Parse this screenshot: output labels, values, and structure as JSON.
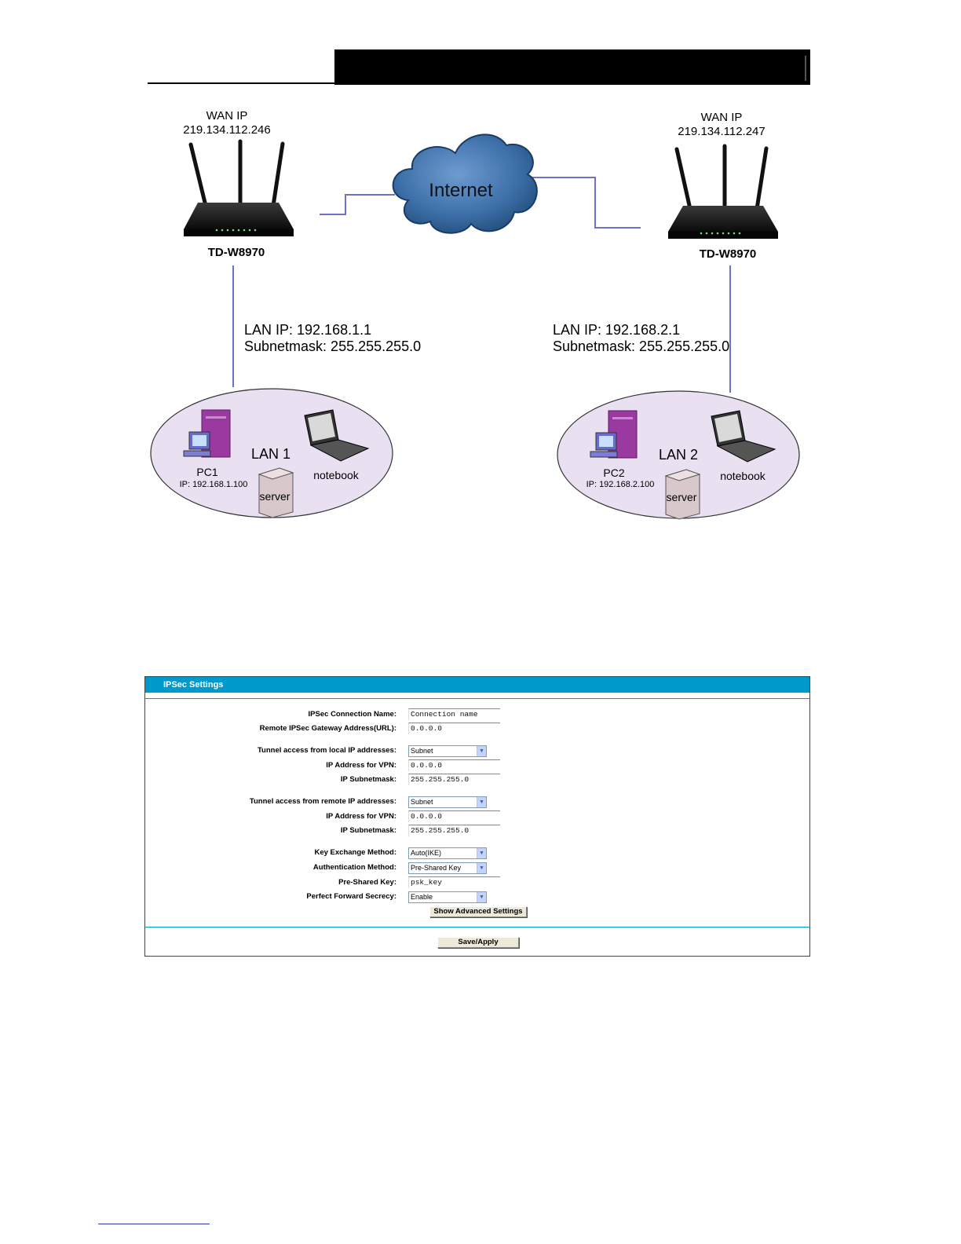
{
  "diagram": {
    "router1": {
      "wan_label": "WAN IP",
      "wan_ip": "219.134.112.246",
      "model": "TD-W8970",
      "lan_ip": "LAN IP: 192.168.1.1",
      "subnet": "Subnetmask: 255.255.255.0"
    },
    "router2": {
      "wan_label": "WAN IP",
      "wan_ip": "219.134.112.247",
      "model": "TD-W8970",
      "lan_ip": "LAN IP: 192.168.2.1",
      "subnet": "Subnetmask: 255.255.255.0"
    },
    "internet": "Internet",
    "lan1": {
      "name": "LAN 1",
      "pc": "PC1",
      "pc_ip": "IP: 192.168.1.100",
      "notebook": "notebook",
      "server": "server"
    },
    "lan2": {
      "name": "LAN 2",
      "pc": "PC2",
      "pc_ip": "IP: 192.168.2.100",
      "notebook": "notebook",
      "server": "server"
    },
    "colors": {
      "link": "#7070c8",
      "lan_fill": "#e9e0f2",
      "cloud": "#2a5a8c",
      "pc": "#9a3aa0"
    }
  },
  "ipsec": {
    "title": "IPSec Settings",
    "fields": {
      "conn_name": {
        "label": "IPSec Connection Name:",
        "value": "Connection name"
      },
      "remote_gw": {
        "label": "Remote IPSec Gateway Address(URL):",
        "value": "0.0.0.0"
      },
      "local_access": {
        "label": "Tunnel access from local IP addresses:",
        "value": "Subnet"
      },
      "local_ip": {
        "label": "IP Address for VPN:",
        "value": "0.0.0.0"
      },
      "local_mask": {
        "label": "IP Subnetmask:",
        "value": "255.255.255.0"
      },
      "remote_access": {
        "label": "Tunnel access from remote IP addresses:",
        "value": "Subnet"
      },
      "remote_ip": {
        "label": "IP Address for VPN:",
        "value": "0.0.0.0"
      },
      "remote_mask": {
        "label": "IP Subnetmask:",
        "value": "255.255.255.0"
      },
      "key_exchange": {
        "label": "Key Exchange Method:",
        "value": "Auto(IKE)"
      },
      "auth_method": {
        "label": "Authentication Method:",
        "value": "Pre-Shared Key"
      },
      "psk": {
        "label": "Pre-Shared Key:",
        "value": "psk_key"
      },
      "pfs": {
        "label": "Perfect Forward Secrecy:",
        "value": "Enable"
      }
    },
    "advanced_button": "Show Advanced Settings",
    "save_button": "Save/Apply",
    "accent": "#0099cc"
  }
}
